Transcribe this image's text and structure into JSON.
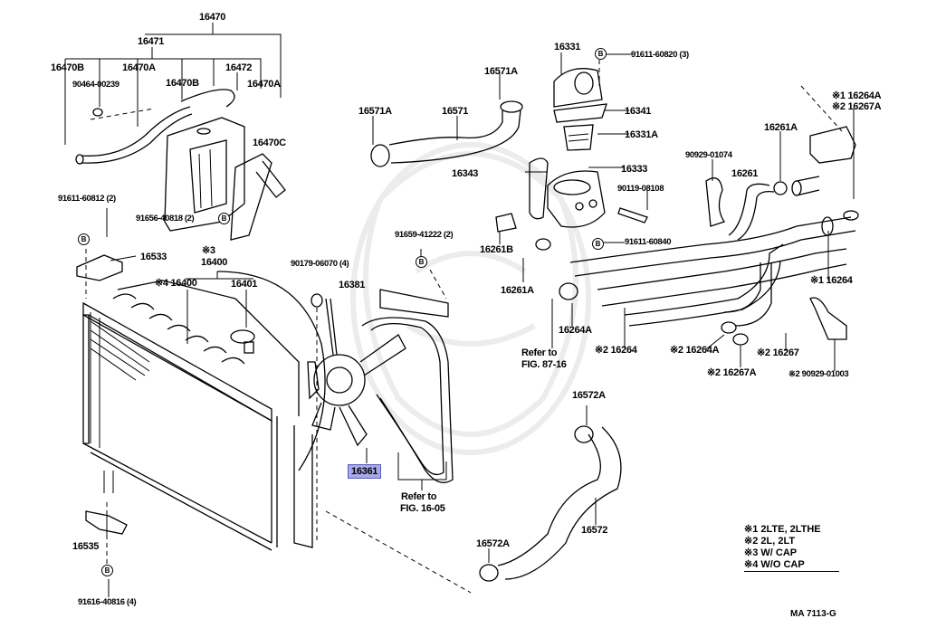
{
  "figure": {
    "code": "MA 7113-G",
    "highlight_color": "#a9a9ea",
    "selected_part": "16361"
  },
  "labels": {
    "p16470": "16470",
    "p16471": "16471",
    "p16470B_1": "16470B",
    "p16470A_1": "16470A",
    "p90464": "90464-00239",
    "p16470B_2": "16470B",
    "p16472": "16472",
    "p16470A_2": "16470A",
    "p16470C": "16470C",
    "p91611_60812": "91611-60812 (2)",
    "p91656": "91656-40818 (2)",
    "p16533": "16533",
    "p3": "※3",
    "p16400": "16400",
    "p4_16400": "※4 16400",
    "p16401": "16401",
    "p90179": "90179-06070 (4)",
    "p16381": "16381",
    "p91659": "91659-41222 (2)",
    "p16571A_1": "16571A",
    "p16571": "16571",
    "p16571A_2": "16571A",
    "p16331": "16331",
    "p91611_60820": "91611-60820 (3)",
    "p16341": "16341",
    "p16331A": "16331A",
    "p16343": "16343",
    "p16333": "16333",
    "p90119": "90119-08108",
    "p16261B": "16261B",
    "p91611_60840": "91611-60840",
    "p16261A_1": "16261A",
    "p16264A_1": "16264A",
    "p90929_01074": "90929-01074",
    "p16261": "16261",
    "p16261A_2": "16261A",
    "p1_16264A": "※1 16264A",
    "p2_16267A_top": "※2 16267A",
    "p1_16264": "※1 16264",
    "p2_16264": "※2 16264",
    "p2_16264A": "※2 16264A",
    "p2_16267": "※2 16267",
    "p2_16267A": "※2 16267A",
    "p2_90929": "※2 90929-01003",
    "p16361": "16361",
    "p16572A_1": "16572A",
    "p16572": "16572",
    "p16572A_2": "16572A",
    "p16535": "16535",
    "p91616": "91616-40816 (4)",
    "bolt_symbol": "B"
  },
  "references": {
    "fig_87_16_line1": "Refer to",
    "fig_87_16_line2": "FIG. 87-16",
    "fig_16_05_line1": "Refer to",
    "fig_16_05_line2": "FIG. 16-05"
  },
  "legend": [
    "※1 2LTE, 2LTHE",
    "※2 2L, 2LT",
    "※3 W/ CAP",
    "※4 W/O CAP"
  ]
}
